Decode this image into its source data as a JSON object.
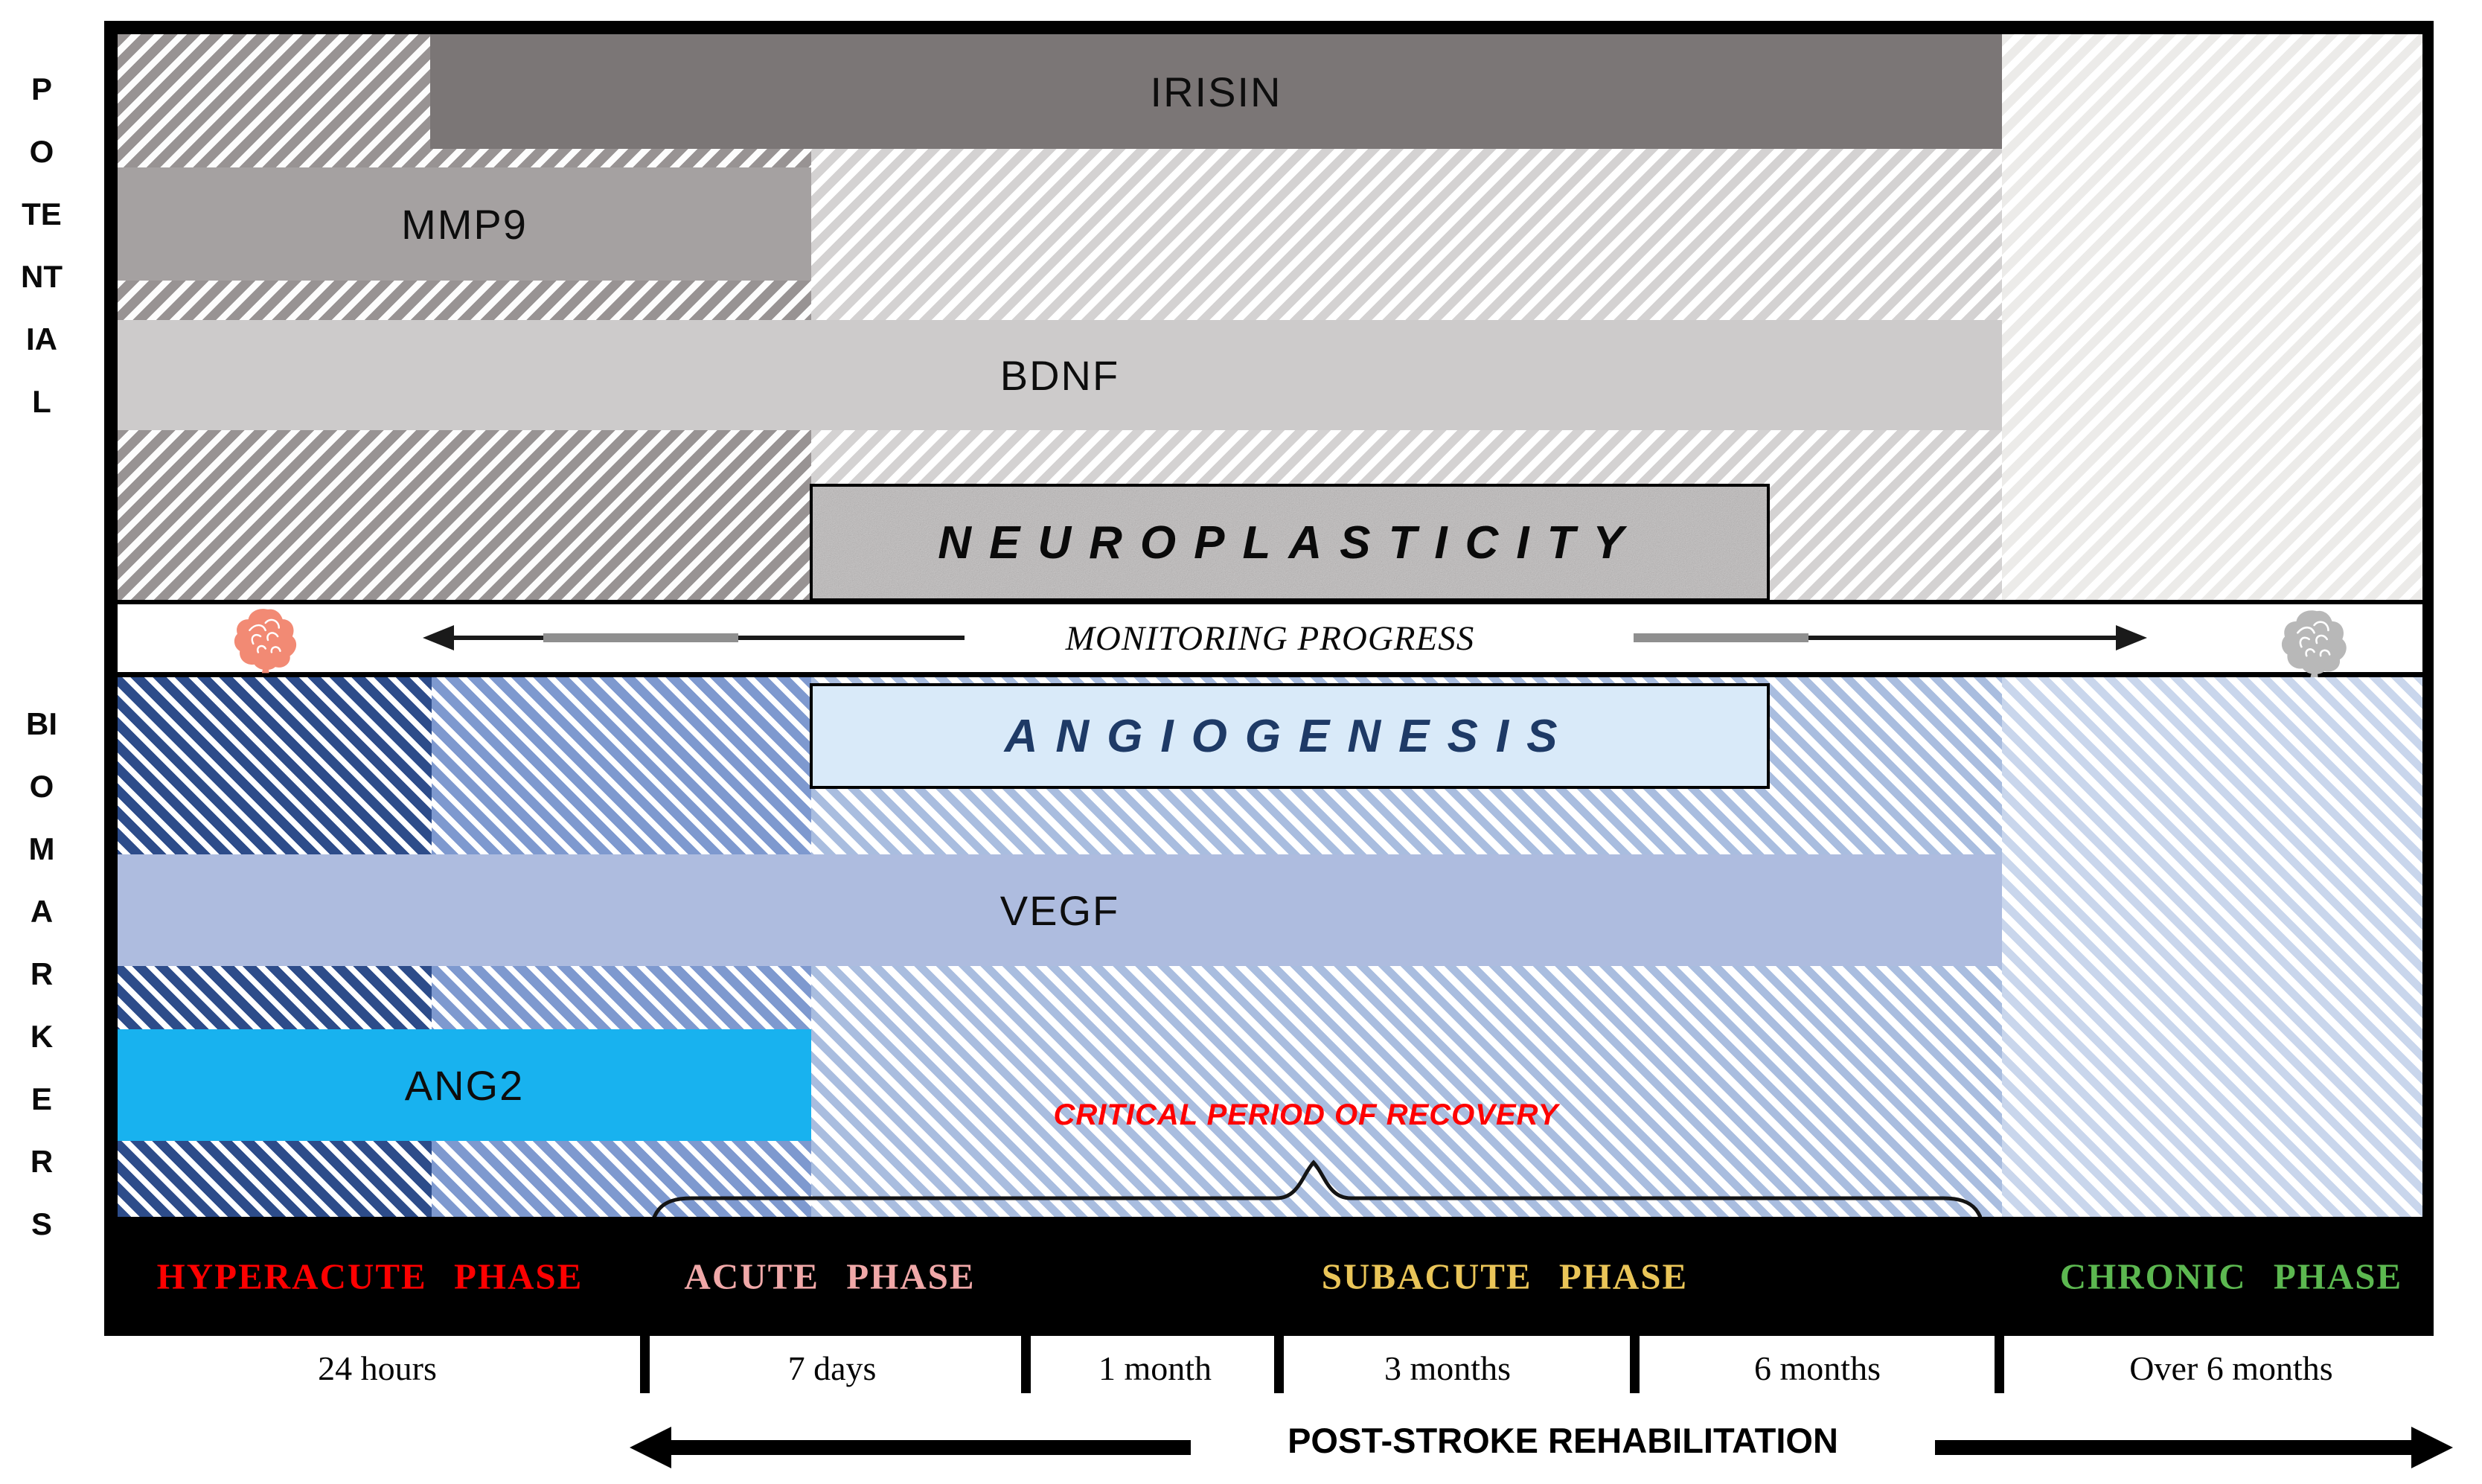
{
  "left_axis": {
    "potential": "POTENTIAL",
    "biomarkers": "BIOMARKERS"
  },
  "neuro_markers": {
    "irisin": "IRISIN",
    "mmp9": "MMP9",
    "bdnf": "BDNF",
    "process": "NEUROPLASTICITY"
  },
  "monitoring": {
    "label": "MONITORING PROGRESS"
  },
  "angio_markers": {
    "process": "ANGIOGENESIS",
    "vegf": "VEGF",
    "ang2": "ANG2",
    "critical": "CRITICAL PERIOD OF RECOVERY"
  },
  "phases": [
    {
      "label": "HYPERACUTE PHASE",
      "color": "#fe0000"
    },
    {
      "label": "ACUTE PHASE",
      "color": "#f0a8a8"
    },
    {
      "label": "SUBACUTE PHASE",
      "color": "#eac558"
    },
    {
      "label": "CHRONIC PHASE",
      "color": "#5cb850"
    }
  ],
  "timeline": [
    {
      "label": "24 hours"
    },
    {
      "label": "7 days"
    },
    {
      "label": "1 month"
    },
    {
      "label": "3 months"
    },
    {
      "label": "6 months"
    },
    {
      "label": "Over 6 months"
    }
  ],
  "footer": {
    "label": "POST-STROKE REHABILITATION"
  },
  "icons": {
    "left_brain": "brain-icon (salmon)",
    "right_brain": "brain-icon (gray)"
  },
  "colors": {
    "irisin_bar": "#7b7676",
    "mmp9_bar": "#a5a1a1",
    "bdnf_bar": "#cdcbcb",
    "gray_hatch_dense": "#989393",
    "gray_hatch_light": "#d4d2d2",
    "gray_hatch_faint": "#ecebe9",
    "neuro_box_fill": "#bdbaba",
    "angio_box_fill": "#d9eaf9",
    "angio_text": "#1e3a66",
    "navy_hatch": "#2d4c8a",
    "medium_blue_hatch": "#7e99cf",
    "light_blue_hatch": "#a9bddf",
    "faint_blue_hatch": "#c9d6ec",
    "vegf_bar": "#aebcdf",
    "ang2_bar": "#18b2ef",
    "critical_text": "#fe0000",
    "brain_left": "#f28a74",
    "brain_right": "#b8b8b8",
    "frame": "#000000"
  }
}
